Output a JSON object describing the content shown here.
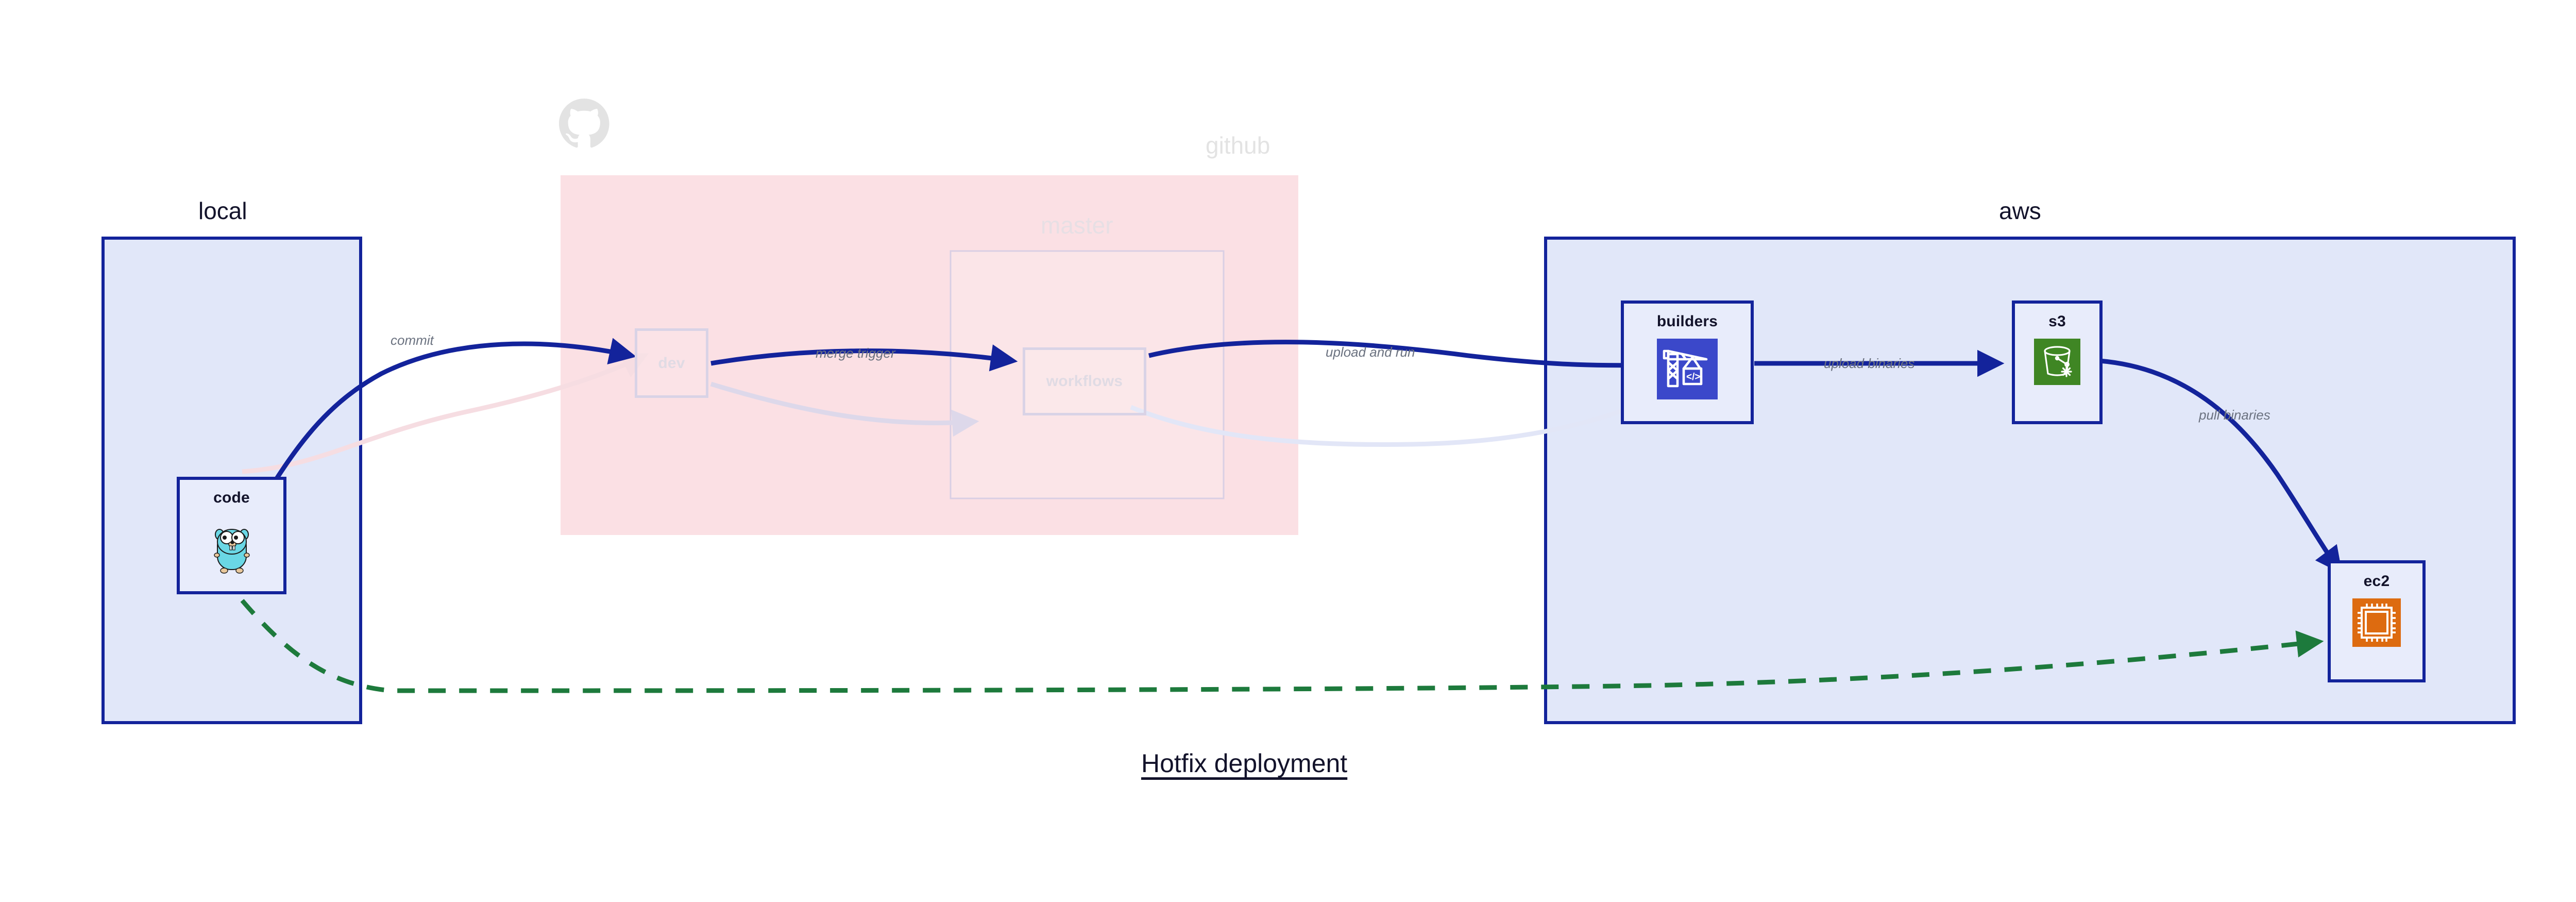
{
  "diagram": {
    "title": "Hotfix deployment",
    "colors": {
      "cluster_border_blue": "#13239b",
      "cluster_fill_blue": "#e1e7f9",
      "cluster_fill_pink": "#fbe0e4",
      "edge_blue": "#13239b",
      "edge_green": "#1d7a3c",
      "label_gray": "#6b7280",
      "title_navy": "#13132b",
      "ghost_gray": "#e3e3e3",
      "icon_builders_blue": "#3b48ca",
      "icon_s3_green": "#3f8624",
      "icon_ec2_orange": "#dd6b10",
      "icon_gopher_cyan": "#6ad7e5"
    }
  },
  "clusters": [
    {
      "id": "local",
      "label": "local",
      "faded": false
    },
    {
      "id": "github",
      "label": "github",
      "faded": true
    },
    {
      "id": "aws",
      "label": "aws",
      "faded": false
    }
  ],
  "subclusters": [
    {
      "id": "master",
      "label": "master",
      "parent": "github",
      "faded": true
    }
  ],
  "nodes": [
    {
      "id": "code",
      "label": "code",
      "cluster": "local",
      "icon": "go-gopher-icon",
      "ghost": false
    },
    {
      "id": "dev",
      "label": "dev",
      "cluster": "github",
      "icon": null,
      "ghost": true
    },
    {
      "id": "workflows",
      "label": "workflows",
      "cluster": "master",
      "icon": null,
      "ghost": true
    },
    {
      "id": "builders",
      "label": "builders",
      "cluster": "aws",
      "icon": "aws-codebuild-icon",
      "ghost": false
    },
    {
      "id": "s3",
      "label": "s3",
      "cluster": "aws",
      "icon": "aws-s3-bucket-icon",
      "ghost": false
    },
    {
      "id": "ec2",
      "label": "ec2",
      "cluster": "aws",
      "icon": "aws-ec2-chip-icon",
      "ghost": false
    }
  ],
  "edges": [
    {
      "id": "commit",
      "from": "code",
      "to": "dev",
      "label": "commit",
      "style": "solid",
      "color": "#13239b",
      "faded": false
    },
    {
      "id": "merge-trigger",
      "from": "dev",
      "to": "workflows",
      "label": "merge trigger",
      "style": "solid",
      "color": "#13239b",
      "faded": false
    },
    {
      "id": "upload-and-run",
      "from": "workflows",
      "to": "builders",
      "label": "upload and run",
      "style": "solid",
      "color": "#13239b",
      "faded": false
    },
    {
      "id": "upload-binaries",
      "from": "builders",
      "to": "s3",
      "label": "upload binaries",
      "style": "solid",
      "color": "#13239b",
      "faded": false
    },
    {
      "id": "pull-binaries",
      "from": "s3",
      "to": "ec2",
      "label": "pull binaries",
      "style": "solid",
      "color": "#13239b",
      "faded": false
    },
    {
      "id": "hotfix-direct",
      "from": "code",
      "to": "ec2",
      "label": "",
      "style": "dashed",
      "color": "#1d7a3c",
      "faded": false
    },
    {
      "id": "ghost-commit",
      "from": "code",
      "to": "dev",
      "label": "",
      "style": "solid",
      "color": "#f6dde2",
      "faded": true
    },
    {
      "id": "ghost-merge",
      "from": "dev",
      "to": "workflows",
      "label": "",
      "style": "solid",
      "color": "#ddd8ea",
      "faded": true
    },
    {
      "id": "ghost-upload",
      "from": "workflows",
      "to": "builders",
      "label": "",
      "style": "solid",
      "color": "#e2e6f7",
      "faded": true
    }
  ]
}
